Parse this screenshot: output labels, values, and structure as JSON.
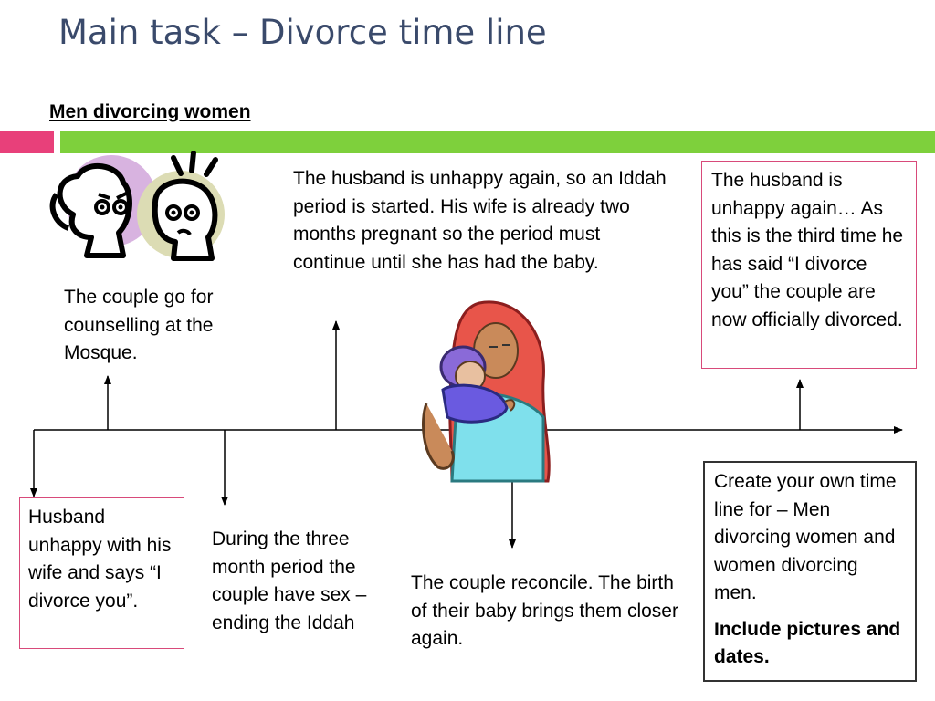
{
  "slide": {
    "title": "Main task – Divorce time line",
    "subtitle": "Men divorcing women"
  },
  "events": {
    "counselling": "The couple go for counselling at the Mosque.",
    "iddah_pregnant": "The husband is unhappy again, so an Iddah period is started.  His wife is already two months pregnant so the period must continue until she has had the baby.",
    "third_time": "The husband is unhappy again… As this is the third time he has said “I divorce you” the couple are now officially divorced.",
    "first_divorce": "Husband unhappy with his wife and says “I divorce you”.",
    "three_month": "During the three month period the couple have sex – ending the Iddah",
    "reconcile": "The couple reconcile.  The birth of their baby brings them closer again."
  },
  "task_box": {
    "instruction": "Create your own time line for – Men divorcing women and women divorcing men.",
    "emphasis": "Include pictures and dates."
  },
  "colors": {
    "title": "#3a4a6b",
    "accent_pink": "#e8407a",
    "accent_green": "#7ed03c",
    "box_border_pink": "#d84a7a"
  }
}
